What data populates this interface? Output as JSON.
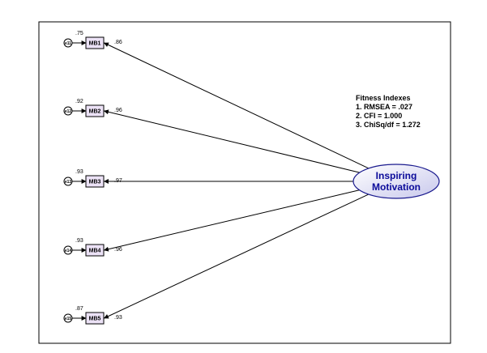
{
  "colors": {
    "indicator_fill": "#ece2f6",
    "latent_fill_light": "#ffffff",
    "latent_fill_dark": "#c8c8ec",
    "latent_stroke": "#1a1a8e",
    "latent_text": "#0b0b9a",
    "frame": "#000000"
  },
  "latent": {
    "name": "latent-inspiring-motivation",
    "line1": "Inspiring",
    "line2": "Motivation"
  },
  "indicators": [
    {
      "label": "MB1",
      "error": "e11",
      "r2": ".75",
      "loading": ".86"
    },
    {
      "label": "MB2",
      "error": "e12",
      "r2": ".92",
      "loading": ".96"
    },
    {
      "label": "MB3",
      "error": "e13",
      "r2": ".93",
      "loading": ".97"
    },
    {
      "label": "MB4",
      "error": "e14",
      "r2": ".93",
      "loading": ".96"
    },
    {
      "label": "MB5",
      "error": "e15",
      "r2": ".87",
      "loading": ".93"
    }
  ],
  "fitness": {
    "title": "Fitness Indexes",
    "line1": "1. RMSEA = .027",
    "line2": "2. CFI = 1.000",
    "line3": "3. ChiSq/df = 1.272"
  }
}
